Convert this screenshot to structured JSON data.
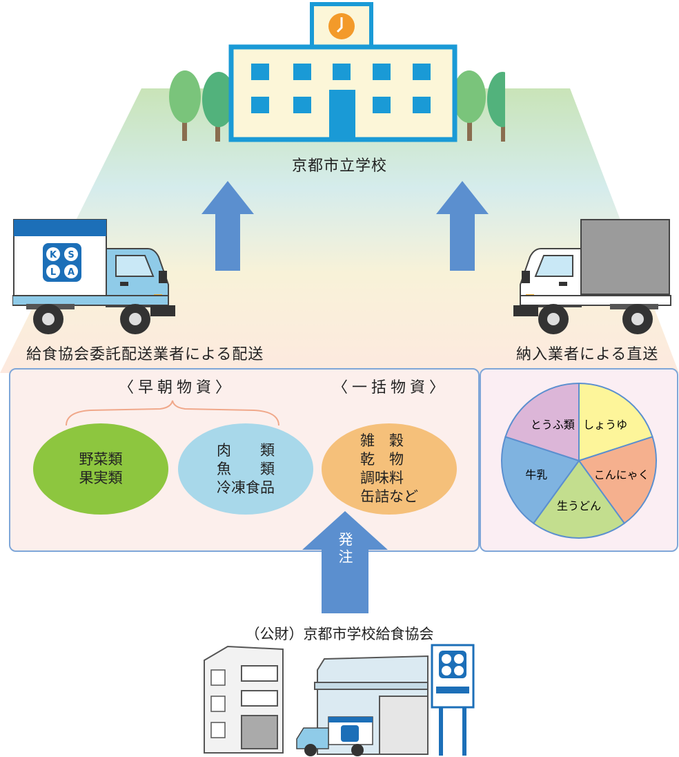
{
  "school": {
    "label": "京都市立学校"
  },
  "delivery": {
    "left_label": "給食協会委託配送業者による配送",
    "right_label": "納入業者による直送"
  },
  "groups": {
    "early_morning_title": "〈早朝物資〉",
    "bulk_title": "〈一括物資〉"
  },
  "items": {
    "vegetables": [
      "野菜類",
      "果実類"
    ],
    "meat_fish": [
      "肉　　類",
      "魚　　類",
      "冷凍食品"
    ],
    "bulk": [
      "雑　穀",
      "乾　物",
      "調味料",
      "缶詰など"
    ]
  },
  "direct_items": [
    "しょうゆ",
    "こんにゃく",
    "生うどん",
    "牛乳",
    "とうふ類"
  ],
  "order": {
    "label": "発注"
  },
  "organization": {
    "label": "（公財）京都市学校給食協会"
  },
  "colors": {
    "arrow": "#5b8fcf",
    "ellipse_green": "#8dc63f",
    "ellipse_blue": "#a8d8ea",
    "ellipse_orange": "#f5c07a",
    "pie_yellow": "#fdf59a",
    "pie_salmon": "#f5b08e",
    "pie_green": "#c3de8e",
    "pie_blue": "#7fb3e0",
    "pie_pink": "#dcb6d8"
  }
}
